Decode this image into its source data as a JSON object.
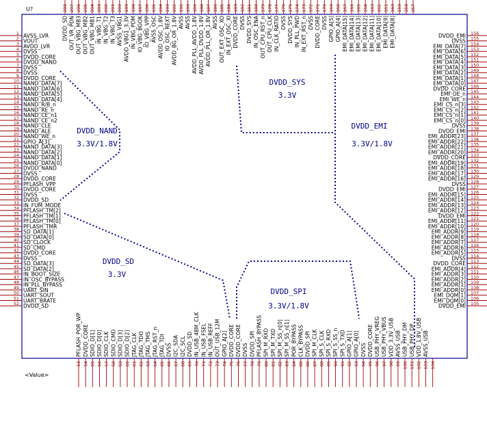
{
  "ref": "U?",
  "value": "<Value>",
  "left": [
    [
      "1",
      "AVSS_LVR"
    ],
    [
      "2",
      "VOUT"
    ],
    [
      "3",
      "AVDD_LVR"
    ],
    [
      "4",
      "DVSS"
    ],
    [
      "5",
      "DVDD_CORE"
    ],
    [
      "6",
      "DVDD_NAND"
    ],
    [
      "7",
      "DVSS"
    ],
    [
      "8",
      "DVSS"
    ],
    [
      "9",
      "DVDD_CORE"
    ],
    [
      "10",
      "NAND_DATA[7]"
    ],
    [
      "11",
      "NAND_DATA[6]"
    ],
    [
      "12",
      "NAND_DATA[5]"
    ],
    [
      "13",
      "NAND_DATA[4]"
    ],
    [
      "14",
      "NAND_R/B_n"
    ],
    [
      "15",
      "NAND_RE_n"
    ],
    [
      "16",
      "NAND_CE_n1"
    ],
    [
      "17",
      "NAND_CE_n2"
    ],
    [
      "18",
      "NAND_CLE"
    ],
    [
      "19",
      "NAND_ALE"
    ],
    [
      "20",
      "NAND_WE_n"
    ],
    [
      "21",
      "GPIO_A[3]"
    ],
    [
      "22",
      "NAND_DATA[3]"
    ],
    [
      "23",
      "NAND_DATA[2]"
    ],
    [
      "24",
      "NAND_DATA[1]"
    ],
    [
      "25",
      "NAND_DATA[0]"
    ],
    [
      "26",
      "DVDD_NAND"
    ],
    [
      "27",
      "DVSS"
    ],
    [
      "28",
      "DVDD_CORE"
    ],
    [
      "29",
      "PFLASH_VPP"
    ],
    [
      "30",
      "DVDD_CORE"
    ],
    [
      "31",
      "DVSS"
    ],
    [
      "32",
      "DVDD_SD"
    ],
    [
      "33",
      "IN_FUM_MODE"
    ],
    [
      "34",
      "PFLASH_TM[2]"
    ],
    [
      "35",
      "PFLASH_TM[1]"
    ],
    [
      "36",
      "PFLASH_TM[0]"
    ],
    [
      "37",
      "PFLASH_TMR"
    ],
    [
      "38",
      "SD_DATA[1]"
    ],
    [
      "39",
      "SD_DATA[0]"
    ],
    [
      "40",
      "SD_CLOCK"
    ],
    [
      "41",
      "SD_CMD"
    ],
    [
      "42",
      "DVDD_CORE"
    ],
    [
      "43",
      "DVSS"
    ],
    [
      "44",
      "SD_DATA[3]"
    ],
    [
      "45",
      "SD_DATA[2]"
    ],
    [
      "46",
      "IN_BOOT_SIZE"
    ],
    [
      "47",
      "IN_OSC_BYPASS"
    ],
    [
      "48",
      "IN_PLL_BYPASS"
    ],
    [
      "49",
      "UART_SIN"
    ],
    [
      "50",
      "UART_SOUT"
    ],
    [
      "51",
      "UART_BRATE"
    ],
    [
      "52",
      "DVDD_SD"
    ]
  ],
  "right": [
    [
      "156",
      "DVDD_EMI"
    ],
    [
      "155",
      "DVSS"
    ],
    [
      "154",
      "EMI_DATA[7]"
    ],
    [
      "153",
      "EMI_DATA[6]"
    ],
    [
      "152",
      "EMI_DATA[5]"
    ],
    [
      "151",
      "EMI_DATA[4]"
    ],
    [
      "150",
      "EMI_DATA[3]"
    ],
    [
      "149",
      "EMI_DATA[2]"
    ],
    [
      "148",
      "EMI_DATA[1]"
    ],
    [
      "147",
      "EMI_DATA[0]"
    ],
    [
      "146",
      "DVDD_CORE"
    ],
    [
      "145",
      "EMI_OE_n"
    ],
    [
      "144",
      "EMI_WE_n"
    ],
    [
      "143",
      "EMI_CS_n[3]"
    ],
    [
      "142",
      "EMI_CS_n[2]"
    ],
    [
      "141",
      "EMI_CS_n[1]"
    ],
    [
      "140",
      "EMI_CS_n[0]"
    ],
    [
      "139",
      "DVSS"
    ],
    [
      "138",
      "DVDD_EMI"
    ],
    [
      "137",
      "EMI_ADDR[23]"
    ],
    [
      "136",
      "EMI_ADDR[22]"
    ],
    [
      "135",
      "EMI_ADDR[21]"
    ],
    [
      "134",
      "EMI_ADDR[20]"
    ],
    [
      "133",
      "DVDD_CORE"
    ],
    [
      "132",
      "EMI_ADDR[19]"
    ],
    [
      "131",
      "EMI_ADDR[18]"
    ],
    [
      "130",
      "EMI_ADDR[17]"
    ],
    [
      "129",
      "EMI_ADDR[16]"
    ],
    [
      "128",
      "DVSS"
    ],
    [
      "127",
      "DVDD_EMI"
    ],
    [
      "126",
      "EMI_ADDR[15]"
    ],
    [
      "125",
      "EMI_ADDR[14]"
    ],
    [
      "124",
      "EMI_ADDR[13]"
    ],
    [
      "123",
      "EMI_ADDR[12]"
    ],
    [
      "122",
      "DVDD_EMI"
    ],
    [
      "121",
      "EMI_ADDR[11]"
    ],
    [
      "120",
      "EMI_ADDR[10]"
    ],
    [
      "119",
      "EMI_ADDR[9]"
    ],
    [
      "118",
      "EMI_ADDR[8]"
    ],
    [
      "117",
      "EMI_ADDR[7]"
    ],
    [
      "116",
      "EMI_ADDR[6]"
    ],
    [
      "115",
      "EMI_ADDR[5]"
    ],
    [
      "114",
      "DVSS"
    ],
    [
      "113",
      "DVDD_CORE"
    ],
    [
      "112",
      "EMI_ADDR[4]"
    ],
    [
      "111",
      "EMI_ADDR[3]"
    ],
    [
      "110",
      "EMI_ADDR[2]"
    ],
    [
      "109",
      "EMI_ADDR[1]"
    ],
    [
      "108",
      "EMI_ADDR[0]"
    ],
    [
      "107",
      "EMI_DQM[1]"
    ],
    [
      "106",
      "EMI_DQM[0]"
    ],
    [
      "105",
      "DVDD_EMI"
    ]
  ],
  "top": [
    [
      "208",
      "DVDD_SD"
    ],
    [
      "207",
      "OUT_VR_PDN"
    ],
    [
      "206",
      "OUT_VBG_MB3"
    ],
    [
      "205",
      "OUT_VBG_MB2"
    ],
    [
      "204",
      "OUT_VBG_MB1"
    ],
    [
      "203",
      "IN_VBG_T1"
    ],
    [
      "202",
      "IN_VBG_T2"
    ],
    [
      "201",
      "IN_VBG_T3"
    ],
    [
      "200",
      "AVSS_VBG1"
    ],
    [
      "199",
      "AVDD_VBG1_3.3V"
    ],
    [
      "198",
      "IN_VBG_PDM"
    ],
    [
      "197",
      "IO_VBG_BGOK"
    ],
    [
      "196",
      "IO_VBG_VPP"
    ],
    [
      "195",
      "AVSS_OSC"
    ],
    [
      "194",
      "AVDD_OSC_1.8V"
    ],
    [
      "193",
      "IO_OSC_REXT"
    ],
    [
      "192",
      "AVDD_BG_OR_1.8V"
    ],
    [
      "191",
      "AVSS"
    ],
    [
      "190",
      "AVSS"
    ],
    [
      "189",
      "AVDD_PLL_AVDD_1.8V"
    ],
    [
      "188",
      "AVDD_PLL_DVDD_1.8V"
    ],
    [
      "187",
      "AVDD_PLL_OR_1.8V"
    ],
    [
      "186",
      "AVSS"
    ],
    [
      "185",
      "OUT_EXT_OSC_XO"
    ],
    [
      "184",
      "IN_EXT_OSC_XI"
    ],
    [
      "183",
      "DVDD_CORE"
    ],
    [
      "182",
      "DVSS"
    ],
    [
      "181",
      "DVDD_SYS"
    ],
    [
      "180",
      "IN_OSC_ENA"
    ],
    [
      "179",
      "OUT_CPU_RST_n"
    ],
    [
      "178",
      "OUT_CPU_CLK"
    ],
    [
      "177",
      "IN_CLK_RATIO"
    ],
    [
      "176",
      "DVSS"
    ],
    [
      "175",
      "DVDD_SYS"
    ],
    [
      "174",
      "IN_PLL_PWD"
    ],
    [
      "173",
      "IN_EXT_RST_n"
    ],
    [
      "172",
      "DVSS"
    ],
    [
      "171",
      "DVDD_CORE"
    ],
    [
      "170",
      "DVSS"
    ],
    [
      "169",
      "GPIO_A[5]"
    ],
    [
      "168",
      "GPIO_A[4]"
    ],
    [
      "167",
      "EMI_DATA[15]"
    ],
    [
      "166",
      "EMI_DATA[14]"
    ],
    [
      "165",
      "EMI_DATA[13]"
    ],
    [
      "164",
      "EMI_DATA[12]"
    ],
    [
      "163",
      "EMI_DATA[11]"
    ],
    [
      "162",
      "EMI_DATA[10]"
    ],
    [
      "161",
      "EMI_DATA[9]"
    ],
    [
      "160",
      "EMI_DATA[8]"
    ],
    [
      "159",
      ""
    ],
    [
      "158",
      ""
    ],
    [
      "157",
      ""
    ]
  ],
  "bottom": [
    [
      "53",
      "PFLASH_POR_WP"
    ],
    [
      "54",
      "DVDD_CORE"
    ],
    [
      "55",
      "SDIO_D[1]"
    ],
    [
      "56",
      "SDIO_D[0]"
    ],
    [
      "57",
      "SDIO_CLK"
    ],
    [
      "58",
      "SDIO_CMD"
    ],
    [
      "59",
      "SDIO_D[3]"
    ],
    [
      "60",
      "SDIO_D[2]"
    ],
    [
      "61",
      "JTAG_CLK"
    ],
    [
      "62",
      "JTAG_TDO"
    ],
    [
      "63",
      "JTAG_TMS"
    ],
    [
      "64",
      "JTAG_RST_n"
    ],
    [
      "65",
      "JTAG_TDI"
    ],
    [
      "66",
      "DVSS"
    ],
    [
      "67",
      "I2C_SDA"
    ],
    [
      "68",
      "I2C_SCL"
    ],
    [
      "69",
      "DVDD_SD"
    ],
    [
      "70",
      "IN_USB_48M_CLK"
    ],
    [
      "71",
      "IN_USB_FSEL"
    ],
    [
      "72",
      "IN_USB_REFF"
    ],
    [
      "73",
      "OUT_USB_12M"
    ],
    [
      "74",
      "GPIO_A[2]"
    ],
    [
      "75",
      "DVDD_CORE"
    ],
    [
      "76",
      "DVDD_CORE"
    ],
    [
      "77",
      "DVSS"
    ],
    [
      "78",
      "DVDD_SPI"
    ],
    [
      "79",
      "PFLASH_BYPASS"
    ],
    [
      "80",
      "SPI_M_RXD"
    ],
    [
      "81",
      "SPI_M_TXD"
    ],
    [
      "82",
      "SPI_M_SS_n[0]"
    ],
    [
      "83",
      "SPI_M_SS_n[1]"
    ],
    [
      "84",
      "POR_BYPASS"
    ],
    [
      "85",
      "CLK_BYPASS"
    ],
    [
      "86",
      "DVDD_SPI"
    ],
    [
      "87",
      "SPI_M_CLK"
    ],
    [
      "88",
      "SPI_S_CLK"
    ],
    [
      "89",
      "SPI_S_RXD"
    ],
    [
      "90",
      "SPI_S_SS_n"
    ],
    [
      "91",
      "SPI_S_TXD"
    ],
    [
      "92",
      "GPIO_A[1]"
    ],
    [
      "93",
      "GPIO_A[0]"
    ],
    [
      "94",
      "DVSS"
    ],
    [
      "95",
      "DVDD_CORE"
    ],
    [
      "96",
      "USB_PHY_VREG"
    ],
    [
      "97",
      "USB_PHY_VBUS"
    ],
    [
      "98",
      "VDD_3.3V_USB"
    ],
    [
      "99",
      "AVSS_USB"
    ],
    [
      "100",
      "USB_PHY_DM"
    ],
    [
      "101",
      "USB_PHY_DP"
    ],
    [
      "102",
      "VDD_1.8V_USB"
    ],
    [
      "103",
      "AVSS_USB"
    ],
    [
      "104",
      ""
    ]
  ],
  "domains": {
    "nand": {
      "name": "DVDD_NAND",
      "v": "3.3V/1.8V"
    },
    "sys": {
      "name": "DVDD_SYS",
      "v": "3.3V"
    },
    "emi": {
      "name": "DVDD_EMI",
      "v": "3.3V/1.8V"
    },
    "sd": {
      "name": "DVDD_SD",
      "v": "3.3V"
    },
    "spi": {
      "name": "DVDD_SPI",
      "v": "3.3V/1.8V"
    }
  },
  "colors": {
    "outline": "#00008b",
    "pin": "#a00000",
    "pinnum": "#8b0000",
    "domain": "#00008b"
  }
}
